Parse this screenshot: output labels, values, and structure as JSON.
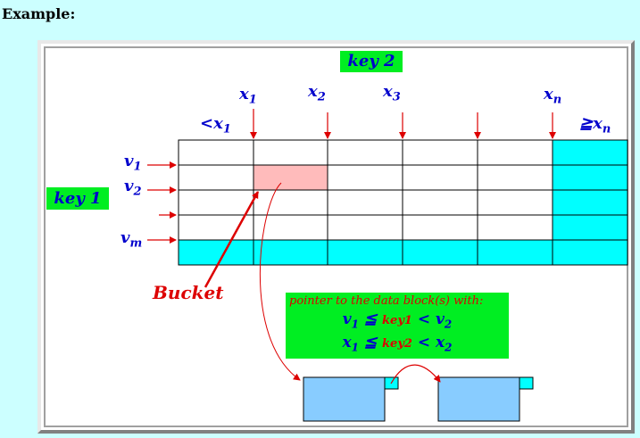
{
  "heading": "Example:",
  "key2_label": "key 2",
  "key1_label": "key 1",
  "x_labels": [
    {
      "base": "x",
      "sub": "1"
    },
    {
      "base": "x",
      "sub": "2"
    },
    {
      "base": "x",
      "sub": "3"
    },
    {
      "base": "x",
      "sub": "n"
    }
  ],
  "lt_x1": {
    "prefix": "<x",
    "sub": "1"
  },
  "ge_xn": {
    "prefix": "≧x",
    "sub": "n"
  },
  "v_labels": [
    {
      "base": "v",
      "sub": "1"
    },
    {
      "base": "v",
      "sub": "2"
    },
    {
      "base": "v",
      "sub": "m"
    }
  ],
  "bucket_label": "Bucket",
  "pointer_box": {
    "title": "pointer to the data block(s) with:",
    "line1": {
      "a": "v",
      "a_sub": "1",
      "op1": "≦",
      "key": "key1",
      "op2": "<",
      "b": "v",
      "b_sub": "2"
    },
    "line2": {
      "a": "x",
      "a_sub": "1",
      "op1": "≦",
      "key": "key2",
      "op2": "<",
      "b": "x",
      "b_sub": "2"
    }
  },
  "colors": {
    "cyan": "#00ffff",
    "bucket_pink": "#ffbbbb",
    "green": "#00ee22",
    "blue_text": "#0000cc",
    "red": "#dd0000",
    "data_block": "#88ccff"
  }
}
